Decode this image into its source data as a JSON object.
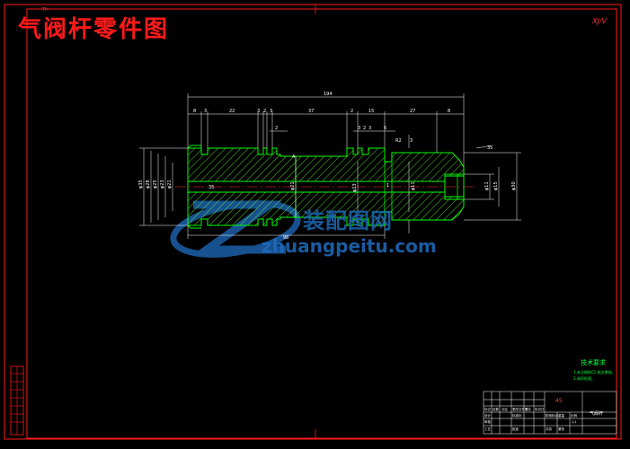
{
  "title": "气阀杆零件图",
  "corner_mark": "XJ/V",
  "top_code": "TH",
  "watermark": {
    "cn": "装配图网",
    "url": "zhuangpeitu.com"
  },
  "dimensions": {
    "overall_length": "194",
    "top_row": [
      "8",
      "3",
      "22",
      "3",
      "2",
      "3",
      "37",
      "2",
      "15",
      "27",
      "8"
    ],
    "second_row": [
      "2",
      "3",
      "2",
      "3",
      "6"
    ],
    "bottom_length": "96",
    "left_diameters": [
      "φ35",
      "φ28",
      "φ25",
      "φ23",
      "φ21"
    ],
    "right_diameters": [
      "φ11",
      "φ15",
      "φ30"
    ],
    "center_diameters": [
      "φ21",
      "φ23",
      "φ11"
    ],
    "misc": [
      "4",
      "1",
      "3",
      "35",
      "R2",
      "35"
    ]
  },
  "technical": {
    "title": "技术要求",
    "lines": [
      "1.未注倒角C1,锐边倒钝。",
      "2.调质处理。"
    ]
  },
  "title_block": {
    "name": "45",
    "part": "气阀杆",
    "labels": [
      "标记",
      "处数",
      "分区",
      "更改文件号",
      "签名",
      "年月日",
      "设计",
      "标准化",
      "阶段标记",
      "重量",
      "比例",
      "审核",
      "工艺",
      "批准",
      "共张",
      "第张",
      "1:1"
    ]
  },
  "colors": {
    "frame": "#ff1a1a",
    "part": "#00ff00",
    "hatch": "#66ff33",
    "dimension": "#ffffff",
    "centerline": "#ff3030",
    "watermark": "#1f6dbf"
  }
}
